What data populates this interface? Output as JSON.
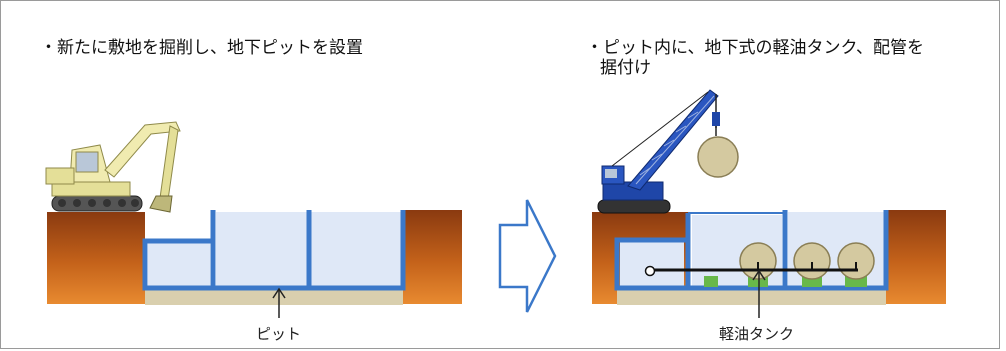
{
  "left_panel": {
    "caption": "・新たに敷地を掘削し、地下ピットを設置",
    "pit_label": "ピット"
  },
  "right_panel": {
    "caption_line1": "・ピット内に、地下式の軽油タンク、配管を",
    "caption_line2": "据付け",
    "tank_label": "軽油タンク"
  },
  "colors": {
    "soil": "#c4621a",
    "soil_dark": "#8a3a10",
    "pit_wall": "#3b78c9",
    "pit_fill": "#dfe8f7",
    "base": "#d9cfae",
    "excavator": "#eee9a8",
    "crane": "#1f46a8",
    "tank": "#d4c9a0",
    "support": "#68b84a",
    "pipe": "#111111"
  }
}
